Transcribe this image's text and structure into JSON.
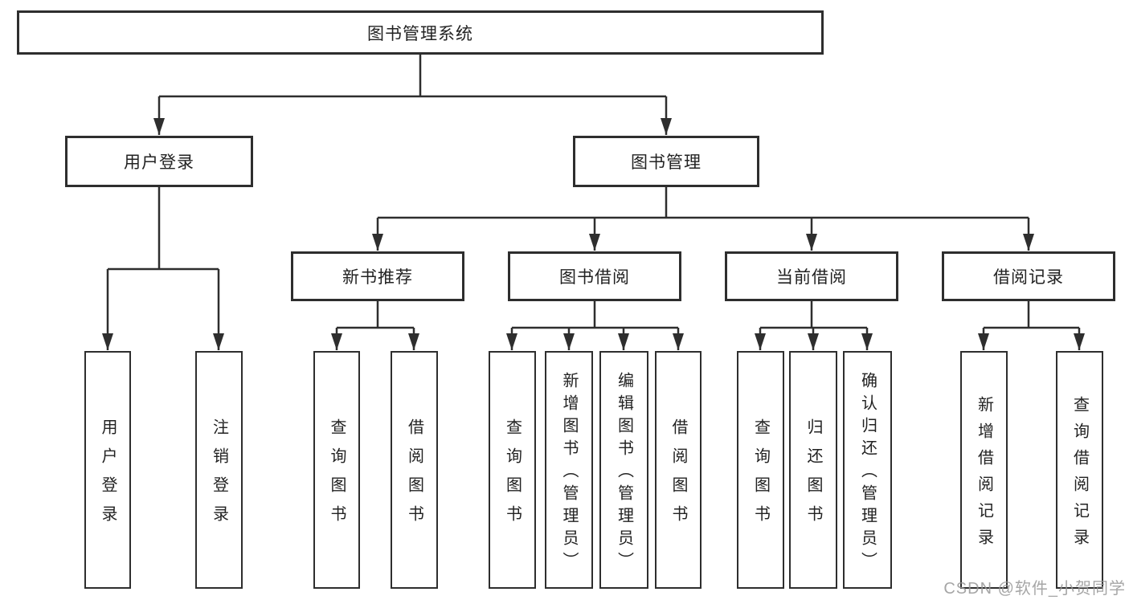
{
  "colors": {
    "line": "#2e2e2e",
    "box_border": "#2e2e2e",
    "text": "#222222",
    "watermark": "#969696"
  },
  "tree": {
    "root_label": "图书管理系统",
    "children": [
      {
        "label": "用户登录",
        "children": [
          {
            "label": "用户登录"
          },
          {
            "label": "注销登录"
          }
        ]
      },
      {
        "label": "图书管理",
        "children": [
          {
            "label": "新书推荐",
            "children": [
              {
                "label": "查询图书"
              },
              {
                "label": "借阅图书"
              }
            ]
          },
          {
            "label": "图书借阅",
            "children": [
              {
                "label": "查询图书"
              },
              {
                "label": "新增图书（管理员）"
              },
              {
                "label": "编辑图书（管理员）"
              },
              {
                "label": "借阅图书"
              }
            ]
          },
          {
            "label": "当前借阅",
            "children": [
              {
                "label": "查询图书"
              },
              {
                "label": "归还图书"
              },
              {
                "label": "确认归还（管理员）"
              }
            ]
          },
          {
            "label": "借阅记录",
            "children": [
              {
                "label": "新增借阅记录"
              },
              {
                "label": "查询借阅记录"
              }
            ]
          }
        ]
      }
    ]
  },
  "watermark": {
    "text": "CSDN @软件_小贺同学"
  }
}
